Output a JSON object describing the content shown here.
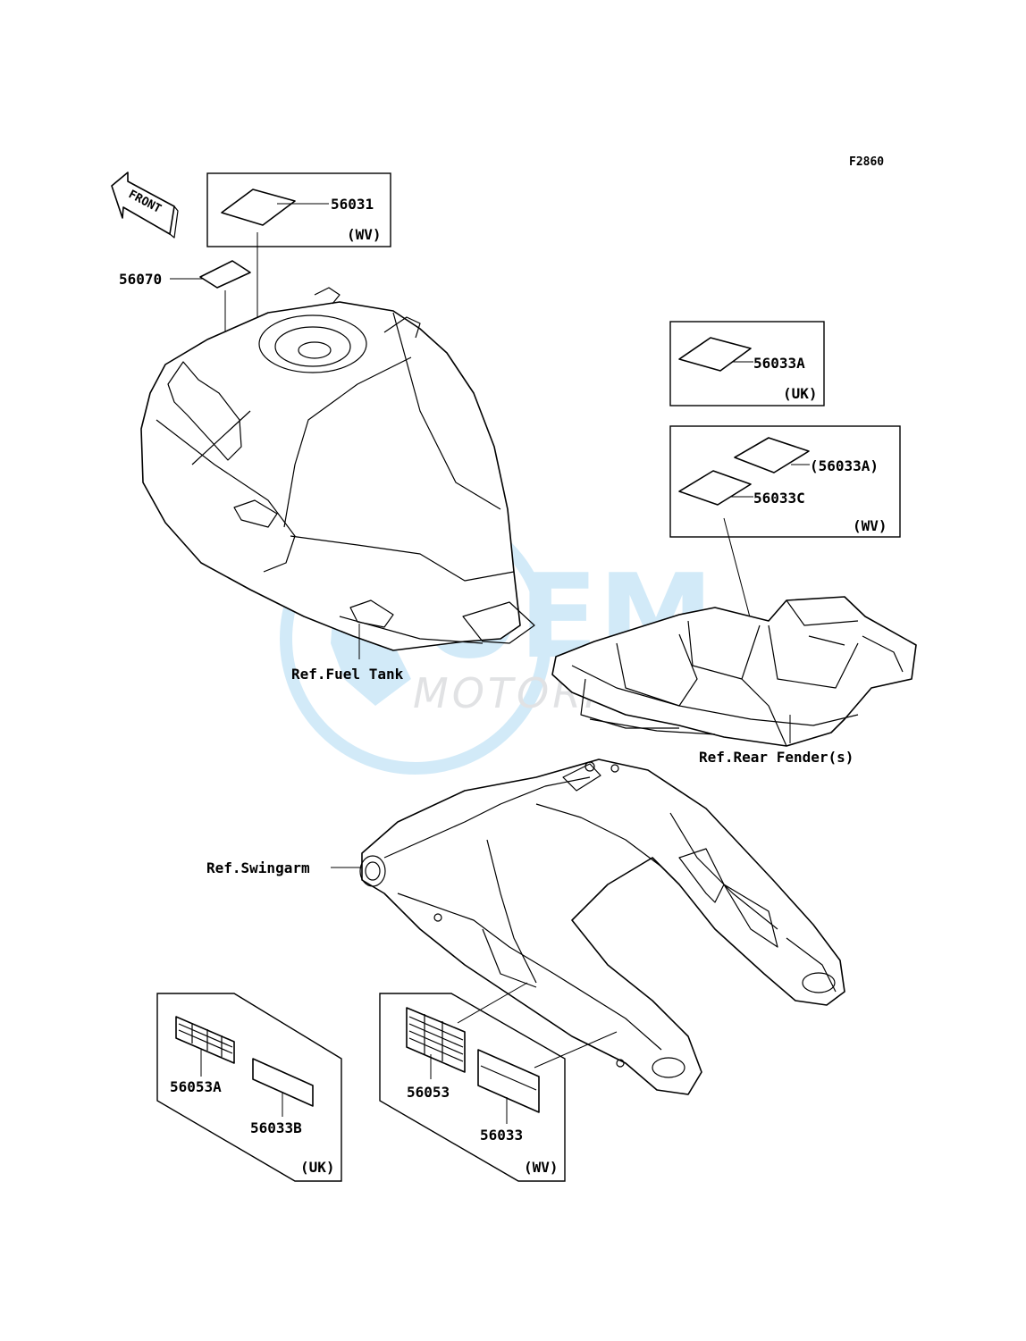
{
  "figure_code": "F2860",
  "front_label": "FRONT",
  "watermark": {
    "brand": "OEM",
    "sub": "MOTORPARTS",
    "color": "#4fb0e6"
  },
  "parts": {
    "p56031": "56031",
    "p56070": "56070",
    "p56033A": "56033A",
    "p56033A_paren": "(56033A)",
    "p56033C": "56033C",
    "p56053A": "56053A",
    "p56033B": "56033B",
    "p56053": "56053",
    "p56033": "56033"
  },
  "regions": {
    "wv": "(WV)",
    "uk": "(UK)"
  },
  "references": {
    "fuel_tank": "Ref.Fuel Tank",
    "rear_fender": "Ref.Rear Fender(s)",
    "swingarm": "Ref.Swingarm"
  }
}
